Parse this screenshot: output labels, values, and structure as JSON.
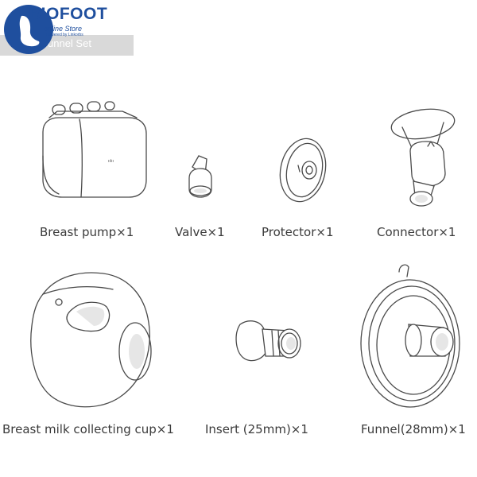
{
  "brand": {
    "name": "BIOFOOT",
    "tagline": "online Store",
    "byline": "Powered by Linkorbs"
  },
  "header": {
    "title": "unnel Set"
  },
  "items": [
    {
      "label": "Breast pump×1",
      "icon": "breast-pump-icon"
    },
    {
      "label": "Valve×1",
      "icon": "valve-icon"
    },
    {
      "label": "Protector×1",
      "icon": "protector-icon"
    },
    {
      "label": "Connector×1",
      "icon": "connector-icon"
    },
    {
      "label": "Breast milk collecting cup×1",
      "icon": "collecting-cup-icon"
    },
    {
      "label": "Insert (25mm)×1",
      "icon": "insert-icon"
    },
    {
      "label": "Funnel(28mm)×1",
      "icon": "funnel-icon"
    }
  ],
  "colors": {
    "brand_blue": "#1f4f9e",
    "header_gray": "#d9d9d9",
    "line": "#4a4a4a"
  }
}
